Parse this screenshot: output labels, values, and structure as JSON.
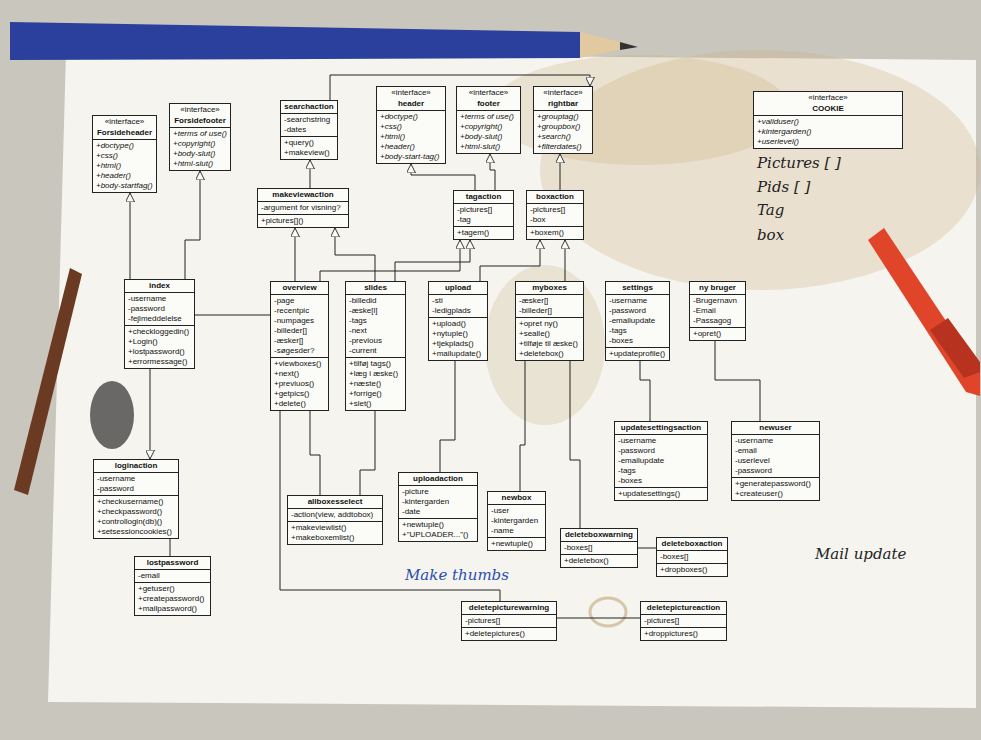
{
  "diagram": {
    "nodes": [
      {
        "text": [
          "«interface»",
          "Forsideheader",
          "+doctype() +css() +html() +header() +body-startfag()"
        ]
      },
      {
        "text": [
          "«interface»",
          "Forsidefooter",
          "+terms of use() +copyright() +body-slut() +html-slut()"
        ]
      },
      {
        "text": [
          "searchaction",
          "-searchstring -dates",
          "+query() +makeview()"
        ]
      },
      {
        "text": [
          "«interface»",
          "header",
          "+doctype() +css() +html() +header() +body-start-tag()"
        ]
      },
      {
        "text": [
          "«interface»",
          "footer",
          "+terms of use() +copyright() +body-slut() +html-slut()"
        ]
      },
      {
        "text": [
          "«interface»",
          "rightbar",
          "+grouptag() +groupbox() +search() +filterdates()"
        ]
      },
      {
        "text": [
          "«interface»",
          "COOKIE",
          "+validuser() +kintergarden() +userlevel()"
        ]
      },
      {
        "text": [
          "makeviewaction",
          "-argument for visning?",
          "+pictures[]()"
        ]
      },
      {
        "text": [
          "tagaction",
          "-pictures[] -tag",
          "+tagem()"
        ]
      },
      {
        "text": [
          "boxaction",
          "-pictures[] -box",
          "+boxem()"
        ]
      },
      {
        "text": [
          "index",
          "-username -password -fejlmeddelelse",
          "+checkloggedin() +Login() +lostpassword() +errormessage()"
        ]
      },
      {
        "text": [
          "overview",
          "-page -recentpic -numpages -billeder[] -æsker[] -søgesder?",
          "+viewboxes() +next() +previuos() +getpics() +delete()"
        ]
      },
      {
        "text": [
          "slides",
          "-billedid -æske[i] -tags -next -previous -current",
          "+tilføj tags() +læg i æske() +næste() +forrige() +slet()"
        ]
      },
      {
        "text": [
          "upload",
          "-sti -ledigplads",
          "+upload() +nytuple() +tjekplads() +mailupdate()"
        ]
      },
      {
        "text": [
          "myboxes",
          "-æsker[] -billeder[]",
          "+opret ny() +sealle() +tilføje til æske() +deletebox()"
        ]
      },
      {
        "text": [
          "settings",
          "-username -password -emailupdate -tags -boxes",
          "+updateprofile()"
        ]
      },
      {
        "text": [
          "ny bruger",
          "-Brugernavn -Email -Passagog",
          "+opret()"
        ]
      },
      {
        "text": [
          "updatesettingsaction",
          "-username -password -emailupdate -tags -boxes",
          "+updatesettings()"
        ]
      },
      {
        "text": [
          "newuser",
          "-username -email -userlevel -password",
          "+generatepassword() +createuser()"
        ]
      },
      {
        "text": [
          "loginaction",
          "-username -password",
          "+checkusername() +checkpassword() +controllogin(db)() +setsessioncookies()"
        ]
      },
      {
        "text": [
          "uploadaction",
          "-picture -kintergarden -date",
          "+newtuple() +\"UPLOADER...\"()"
        ]
      },
      {
        "text": [
          "allboxesselect",
          "-action(view, addtobox)",
          "+makeviewlist() +makeboxemlist()"
        ]
      },
      {
        "text": [
          "newbox",
          "-user -kintergarden -name",
          "+newtuple()"
        ]
      },
      {
        "text": [
          "deleteboxwarning",
          "-boxes[]",
          "+deletebox()"
        ]
      },
      {
        "text": [
          "deleteboxaction",
          "-boxes[]",
          "+dropboxes()"
        ]
      },
      {
        "text": [
          "lostpassword",
          "-email",
          "+getuser() +createpassword() +mailpassword()"
        ]
      },
      {
        "text": [
          "deletepicturewarning",
          "-pictures[]",
          "+deletepictures()"
        ]
      },
      {
        "text": [
          "deletepictureaction",
          "-pictures[]",
          "+droppictures()"
        ]
      }
    ],
    "edges": [
      {
        "from": 10,
        "to": 0,
        "arrow": "to"
      },
      {
        "from": 10,
        "to": 1,
        "arrow": "to"
      },
      {
        "from": 10,
        "to": 19,
        "arrow": "to"
      },
      {
        "from": 25,
        "to": 19,
        "arrow": "none"
      },
      {
        "from": 7,
        "to": 2,
        "arrow": "to"
      },
      {
        "from": 11,
        "to": 7,
        "arrow": "to"
      },
      {
        "from": 12,
        "to": 7,
        "arrow": "to"
      },
      {
        "from": 8,
        "to": 3,
        "arrow": "to"
      },
      {
        "from": 8,
        "to": 4,
        "arrow": "to"
      },
      {
        "from": 9,
        "to": 5,
        "arrow": "to"
      },
      {
        "from": 12,
        "to": 8,
        "arrow": "to"
      },
      {
        "from": 13,
        "to": 9,
        "arrow": "to"
      },
      {
        "from": 14,
        "to": 9,
        "arrow": "to"
      },
      {
        "from": 11,
        "to": 8,
        "arrow": "to"
      },
      {
        "from": 11,
        "to": 21,
        "arrow": "none"
      },
      {
        "from": 12,
        "to": 21,
        "arrow": "none"
      },
      {
        "from": 13,
        "to": 20,
        "arrow": "none"
      },
      {
        "from": 14,
        "to": 22,
        "arrow": "none"
      },
      {
        "from": 14,
        "to": 23,
        "arrow": "none"
      },
      {
        "from": 23,
        "to": 24,
        "arrow": "none"
      },
      {
        "from": 15,
        "to": 17,
        "arrow": "none"
      },
      {
        "from": 16,
        "to": 18,
        "arrow": "none"
      },
      {
        "from": 11,
        "to": 26,
        "arrow": "none"
      },
      {
        "from": 26,
        "to": 27,
        "arrow": "none"
      },
      {
        "from": 2,
        "to": 5,
        "arrow": "to"
      },
      {
        "from": 10,
        "to": 11,
        "arrow": "none"
      }
    ],
    "labels": [
      "Pictures [ ]",
      "Pids [ ]",
      "Tag",
      "box",
      "Make thumbs",
      "Mail update"
    ]
  }
}
